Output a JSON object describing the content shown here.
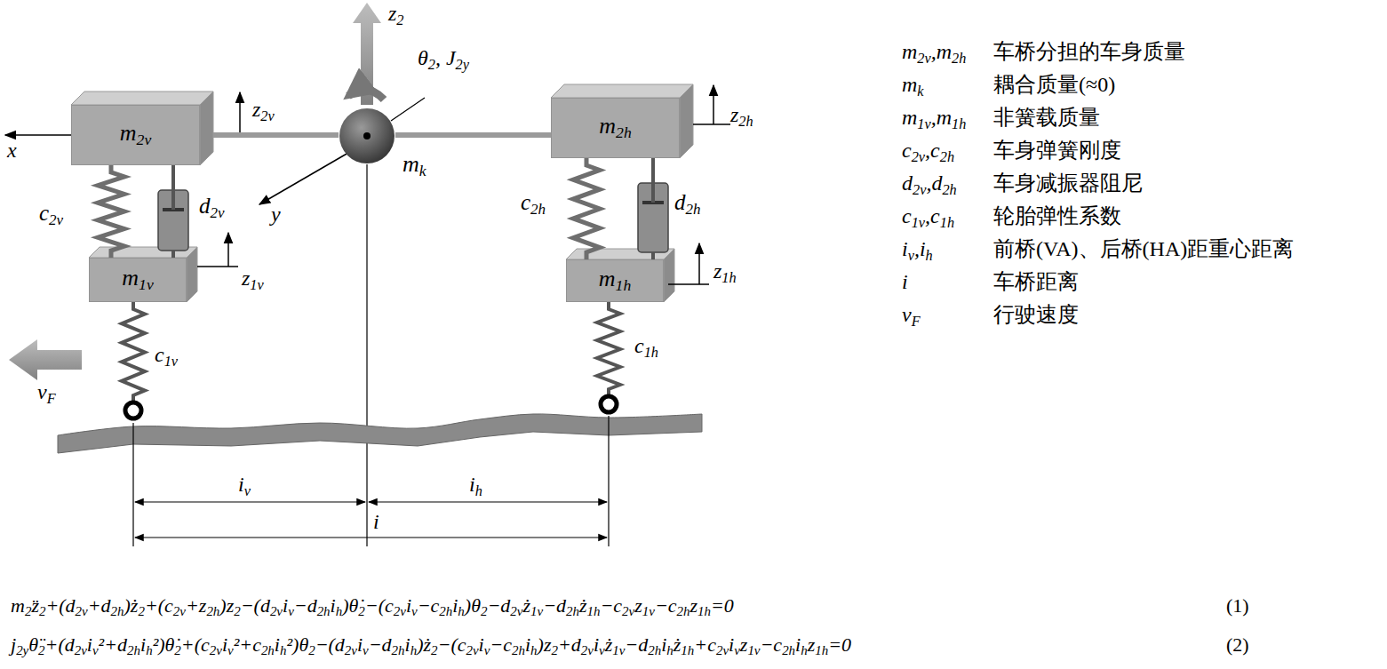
{
  "diagram": {
    "nodes": [
      {
        "text": [
          "m2v"
        ]
      },
      {
        "text": [
          "m2h"
        ]
      },
      {
        "text": [
          "m1v"
        ]
      },
      {
        "text": [
          "m1h"
        ]
      },
      {
        "text": [
          "mk"
        ]
      }
    ],
    "edges": [
      {
        "from": 0,
        "to": 4,
        "arrow": "none"
      },
      {
        "from": 4,
        "to": 1,
        "arrow": "none"
      },
      {
        "from": 0,
        "to": 2,
        "arrow": "none",
        "label": "c2v"
      },
      {
        "from": 0,
        "to": 2,
        "arrow": "none",
        "label": "d2v"
      },
      {
        "from": 1,
        "to": 3,
        "arrow": "none",
        "label": "c2h"
      },
      {
        "from": 1,
        "to": 3,
        "arrow": "none",
        "label": "d2h"
      }
    ],
    "labels": [
      "z2",
      "θ2, J2y",
      "x",
      "y",
      "z2v",
      "z2h",
      "z1v",
      "z1h",
      "c1v",
      "c1h",
      "vF",
      "iv",
      "ih",
      "i",
      "m2z̈2+(d2v+d2h)ż2+(c2v+z2h)z2−(d2viv−d2hih)θ̇2−(c2viv−c2hih)θ2−d2vż1v−d2hż1h−c2vz1v−c2hz1h=0",
      "(1)",
      "j2yθ̈2+(d2viv²+d2hih²)θ̇2+(c2viv²+c2hih²)θ2−(d2viv−d2hih)ż2−(c2viv−c2hih)z2+d2vivż1v−d2hihż1h+c2vivz1v−c2hihz1h=0",
      "(2)",
      "m2v,m2h",
      "车桥分担的车身质量",
      "mk",
      "耦合质量(≈0)",
      "m1v,m1h",
      "非簧载质量",
      "c2v,c2h",
      "车身弹簧刚度",
      "d2v,d2h",
      "车身减振器阻尼",
      "c1v,c1h",
      "轮胎弹性系数",
      "iv,ih",
      "前桥(VA)、后桥(HA)距重心距离",
      "i",
      "车桥距离",
      "vF",
      "行驶速度"
    ]
  }
}
